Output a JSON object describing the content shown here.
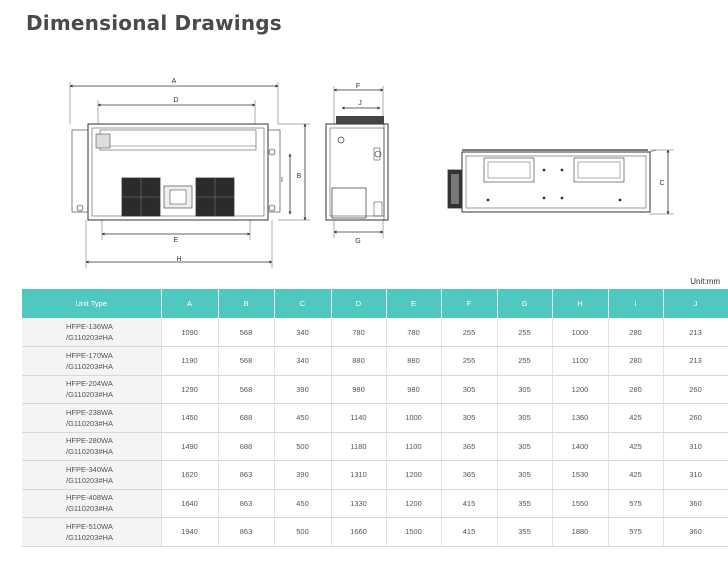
{
  "title": "Dimensional Drawings",
  "unit_note": "Unit:mm",
  "drawing_labels": {
    "front": {
      "A": "A",
      "D": "D",
      "B": "B",
      "I": "I",
      "E": "E",
      "H": "H"
    },
    "side": {
      "F": "F",
      "J": "J",
      "G": "G"
    },
    "top": {
      "C": "C"
    }
  },
  "table": {
    "headers": [
      "Unit Type",
      "A",
      "B",
      "C",
      "D",
      "E",
      "F",
      "G",
      "H",
      "I",
      "J"
    ],
    "rows": [
      {
        "model": "HFPE-136WA",
        "sub": "/G110203#HA",
        "values": [
          "1090",
          "568",
          "340",
          "780",
          "780",
          "255",
          "255",
          "1000",
          "280",
          "213"
        ]
      },
      {
        "model": "HFPE-170WA",
        "sub": "/G110203#HA",
        "values": [
          "1190",
          "568",
          "340",
          "880",
          "880",
          "255",
          "255",
          "1100",
          "280",
          "213"
        ]
      },
      {
        "model": "HFPE-204WA",
        "sub": "/G110203#HA",
        "values": [
          "1290",
          "568",
          "390",
          "980",
          "980",
          "305",
          "305",
          "1200",
          "280",
          "260"
        ]
      },
      {
        "model": "HFPE-238WA",
        "sub": "/G110203#HA",
        "values": [
          "1450",
          "688",
          "450",
          "1140",
          "1000",
          "305",
          "305",
          "1360",
          "425",
          "260"
        ]
      },
      {
        "model": "HFPE-280WA",
        "sub": "/G110203#HA",
        "values": [
          "1490",
          "688",
          "500",
          "1180",
          "1100",
          "365",
          "305",
          "1400",
          "425",
          "310"
        ]
      },
      {
        "model": "HFPE-340WA",
        "sub": "/G110203#HA",
        "values": [
          "1620",
          "863",
          "390",
          "1310",
          "1200",
          "365",
          "305",
          "1530",
          "425",
          "310"
        ]
      },
      {
        "model": "HFPE-408WA",
        "sub": "/G110203#HA",
        "values": [
          "1640",
          "863",
          "450",
          "1330",
          "1200",
          "415",
          "355",
          "1550",
          "575",
          "360"
        ]
      },
      {
        "model": "HFPE-510WA",
        "sub": "/G110203#HA",
        "values": [
          "1940",
          "863",
          "500",
          "1660",
          "1500",
          "415",
          "355",
          "1880",
          "575",
          "360"
        ]
      }
    ]
  }
}
